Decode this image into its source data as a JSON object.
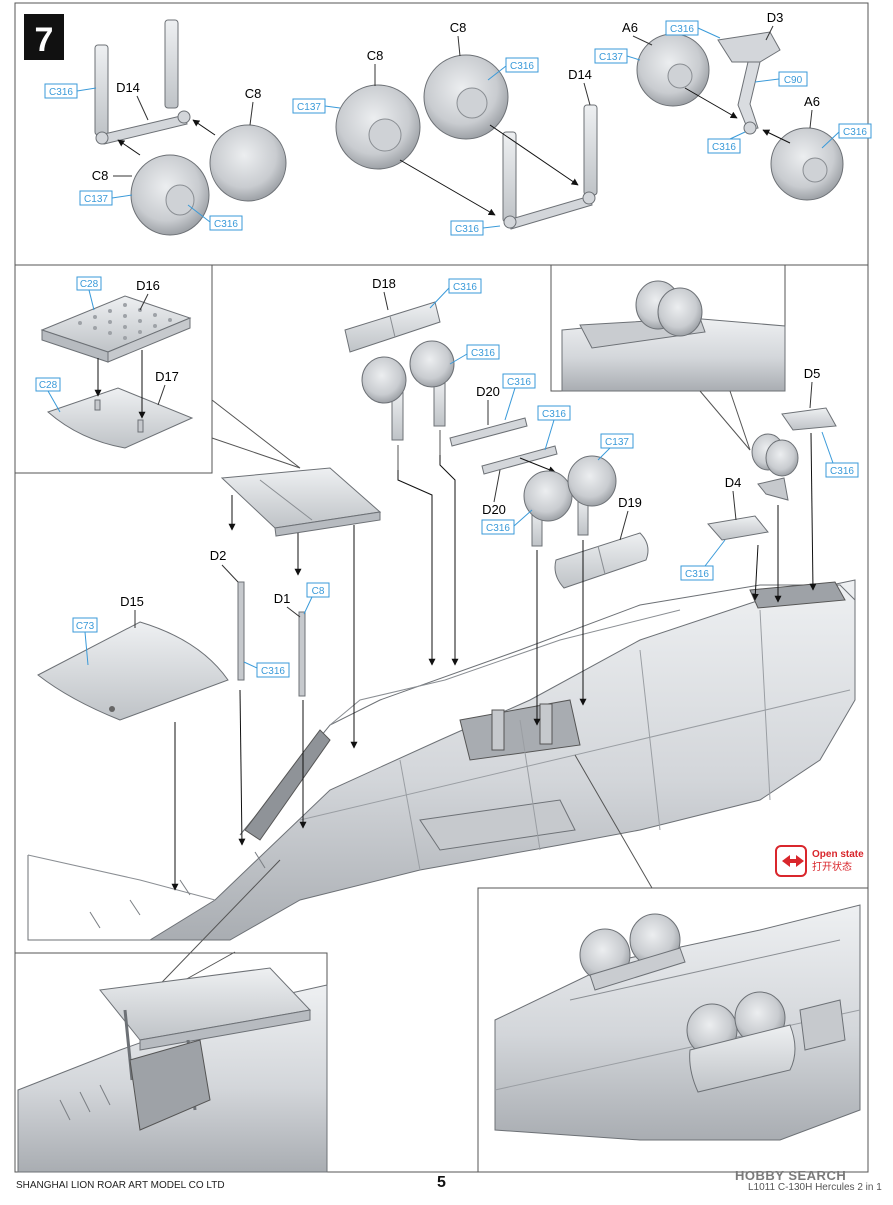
{
  "step": "7",
  "top_panel": {
    "group1": {
      "lbl_d14": "D14",
      "lbl_c8a": "C8",
      "lbl_c8b": "C8",
      "cb_c316a": "C316",
      "cb_c137": "C137",
      "cb_c316b": "C316"
    },
    "group2": {
      "lbl_c8a": "C8",
      "lbl_c8b": "C8",
      "lbl_d14": "D14",
      "cb_c137": "C137",
      "cb_c316a": "C316",
      "cb_c316b": "C316"
    },
    "group3": {
      "lbl_a6a": "A6",
      "lbl_d3": "D3",
      "lbl_a6b": "A6",
      "cb_c316a": "C316",
      "cb_c137": "C137",
      "cb_c90": "C90",
      "cb_c316b": "C316",
      "cb_c316c": "C316"
    }
  },
  "inset_d16": {
    "lbl_d16": "D16",
    "lbl_d17": "D17",
    "cb_c28a": "C28",
    "cb_c28b": "C28"
  },
  "main": {
    "lbl_d18": "D18",
    "cb_d18": "C316",
    "cb_wheels_top": "C316",
    "lbl_d20a": "D20",
    "cb_d20a": "C316",
    "cb_d20b": "C316",
    "lbl_d20b": "D20",
    "cb_c137": "C137",
    "cb_wheels_mid": "C316",
    "lbl_d19": "D19",
    "lbl_d5": "D5",
    "cb_d5": "C316",
    "lbl_d4": "D4",
    "cb_d4": "C316",
    "lbl_d2": "D2",
    "cb_d2": "C316",
    "lbl_d1": "D1",
    "cb_d1": "C8",
    "lbl_d15": "D15",
    "cb_d15": "C73"
  },
  "open_state": {
    "en": "Open state",
    "zh": "打开状态",
    "color": "#d9262c"
  },
  "footer": {
    "company": "SHANGHAI LION ROAR ART MODEL CO LTD",
    "page": "5",
    "model": "L1011 C-130H Hercules 2 in 1",
    "watermark": "HOBBY SEARCH"
  },
  "colors": {
    "callout": "#3a9ad9",
    "part_fill": "#d9dce0",
    "part_stroke": "#6d7176",
    "line": "#3a3a3a",
    "frame": "#555555"
  }
}
